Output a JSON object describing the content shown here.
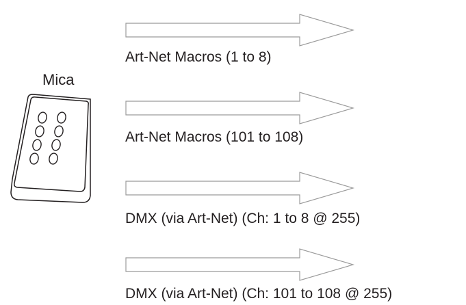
{
  "device": {
    "name": "Mica",
    "icon": "keypad-8-button-icon"
  },
  "outputs": [
    {
      "label": "Art-Net Macros (1 to 8)"
    },
    {
      "label": "Art-Net Macros (101 to 108)"
    },
    {
      "label": "DMX (via Art-Net) (Ch: 1 to 8 @ 255)"
    },
    {
      "label": "DMX (via Art-Net) (Ch: 101 to 108 @ 255)"
    }
  ],
  "colors": {
    "stroke": "#231f20",
    "background": "#ffffff"
  }
}
